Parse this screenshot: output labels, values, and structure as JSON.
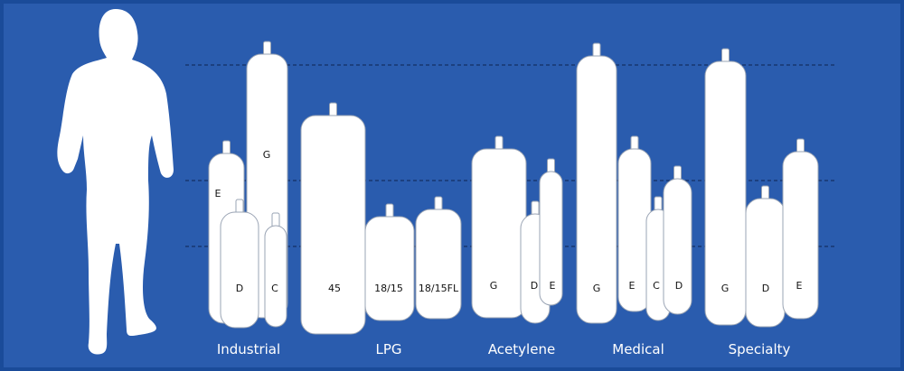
{
  "colors": {
    "background": "#2a5cae",
    "border": "#1a4b99",
    "cylinder": "#ffffff",
    "outline": "#9aa4b4",
    "accent": "#1f5aa8"
  },
  "groups": [
    {
      "name": "Industrial",
      "cylinders": [
        "E",
        "G",
        "D",
        "C"
      ]
    },
    {
      "name": "LPG",
      "cylinders": [
        "45",
        "18/15",
        "18/15FL"
      ]
    },
    {
      "name": "Acetylene",
      "cylinders": [
        "G",
        "D",
        "E"
      ]
    },
    {
      "name": "Medical",
      "cylinders": [
        "G",
        "E",
        "C",
        "D"
      ]
    },
    {
      "name": "Specialty",
      "cylinders": [
        "G",
        "D",
        "E"
      ]
    }
  ]
}
